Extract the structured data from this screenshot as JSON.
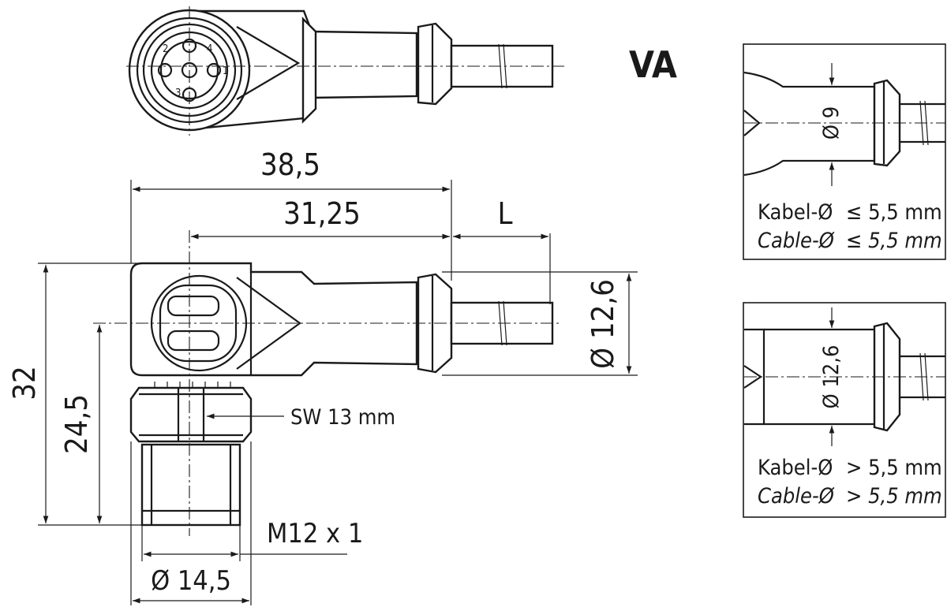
{
  "variant_label": "VA",
  "dimensions": {
    "overall_length": "38,5",
    "body_length": "31,25",
    "cable_length": "L",
    "body_diameter": "Ø 12,6",
    "height_total": "32",
    "height_to_axis": "24,5",
    "wrench_size": "SW 13 mm",
    "thread": "M12 x 1",
    "thread_diameter": "Ø 14,5"
  },
  "pin_numbers": [
    "1",
    "2",
    "3",
    "4"
  ],
  "detail_small": {
    "diameter": "Ø 9",
    "line1_label": "Kabel-Ø",
    "line1_value": "≤ 5,5 mm",
    "line2_label": "Cable-Ø",
    "line2_value": "≤ 5,5 mm"
  },
  "detail_large": {
    "diameter": "Ø 12,6",
    "line1_label": "Kabel-Ø",
    "line1_value": "> 5,5 mm",
    "line2_label": "Cable-Ø",
    "line2_value": "> 5,5 mm"
  }
}
